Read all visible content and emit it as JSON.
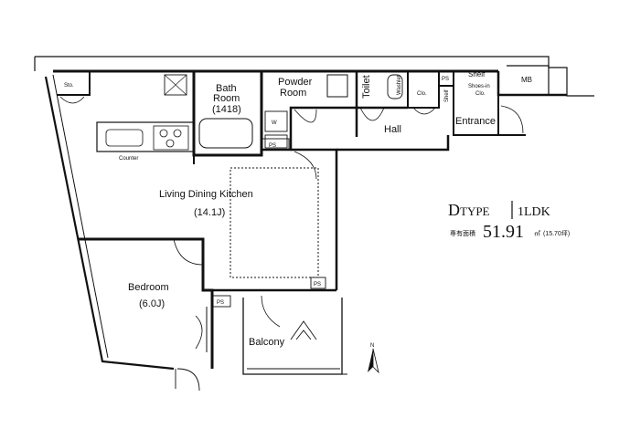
{
  "floorplan": {
    "rooms": {
      "storage": "Sto.",
      "bath_line1": "Bath",
      "bath_line2": "Room",
      "bath_size": "(1418)",
      "powder_line1": "Powder",
      "powder_line2": "Room",
      "toilet": "Toilet",
      "washlet": "Washlet",
      "closet": "Clo.",
      "ps_top": "PS",
      "shelf_a": "Shelf",
      "shelf_b": "Shelf",
      "shoes_line1": "Shoes-in",
      "shoes_line2": "Clo.",
      "mb": "MB",
      "hall": "Hall",
      "entrance": "Entrance",
      "wash_w": "W",
      "ps_bath": "PS",
      "counter": "Counter",
      "ldk_name": "Living Dining Kitchen",
      "ldk_size": "(14.1J)",
      "bedroom_name": "Bedroom",
      "bedroom_size": "(6.0J)",
      "ps_bedroom": "PS",
      "ps_ldk": "PS",
      "balcony": "Balcony",
      "north": "N"
    },
    "info": {
      "type_letter": "D",
      "type_word": "TYPE",
      "layout": "1LDK",
      "area_label": "専有面積",
      "area_value": "51.91",
      "area_unit": "㎡",
      "tsubo": "(15.70坪)"
    }
  }
}
